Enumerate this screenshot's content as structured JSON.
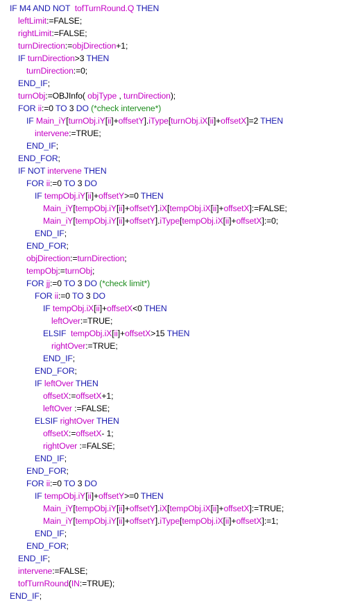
{
  "colors": {
    "keyword": "#1a1ab0",
    "variable": "#c400c4",
    "text": "#000000",
    "comment": "#1e8c1e",
    "background": "#ffffff"
  },
  "lines": [
    {
      "indent": 0,
      "tokens": [
        [
          "kw",
          "IF M4 AND NOT  "
        ],
        [
          "var",
          "tofTurnRound.Q"
        ],
        [
          "kw",
          " THEN"
        ]
      ]
    },
    {
      "indent": 1,
      "tokens": [
        [
          "var",
          "leftLimit"
        ],
        [
          "txt",
          ":=FALSE;"
        ]
      ]
    },
    {
      "indent": 1,
      "tokens": [
        [
          "var",
          "rightLimit"
        ],
        [
          "txt",
          ":=FALSE;"
        ]
      ]
    },
    {
      "indent": 1,
      "tokens": [
        [
          "var",
          "turnDirection"
        ],
        [
          "txt",
          ":="
        ],
        [
          "var",
          "objDirection"
        ],
        [
          "txt",
          "+1;"
        ]
      ]
    },
    {
      "indent": 1,
      "tokens": [
        [
          "kw",
          "IF "
        ],
        [
          "var",
          "turnDirection"
        ],
        [
          "txt",
          ">3 "
        ],
        [
          "kw",
          "THEN"
        ]
      ]
    },
    {
      "indent": 2,
      "tokens": [
        [
          "var",
          "turnDirection"
        ],
        [
          "txt",
          ":=0;"
        ]
      ]
    },
    {
      "indent": 1,
      "tokens": [
        [
          "kw",
          "END_IF"
        ],
        [
          "txt",
          ";"
        ]
      ]
    },
    {
      "indent": 1,
      "tokens": [
        [
          "var",
          "turnObj"
        ],
        [
          "txt",
          ":=OBJInfo( "
        ],
        [
          "var",
          "objType"
        ],
        [
          "txt",
          " , "
        ],
        [
          "var",
          "turnDirection"
        ],
        [
          "txt",
          ");"
        ]
      ]
    },
    {
      "indent": 1,
      "tokens": [
        [
          "kw",
          "FOR "
        ],
        [
          "var",
          "ii"
        ],
        [
          "txt",
          ":=0 "
        ],
        [
          "kw",
          "TO "
        ],
        [
          "txt",
          "3 "
        ],
        [
          "kw",
          "DO "
        ],
        [
          "cmt",
          "(*check intervene*)"
        ]
      ]
    },
    {
      "indent": 2,
      "tokens": [
        [
          "kw",
          "IF "
        ],
        [
          "var",
          "Main_iY"
        ],
        [
          "txt",
          "["
        ],
        [
          "var",
          "turnObj.iY"
        ],
        [
          "txt",
          "["
        ],
        [
          "var",
          "ii"
        ],
        [
          "txt",
          "]+"
        ],
        [
          "var",
          "offsetY"
        ],
        [
          "txt",
          "]."
        ],
        [
          "var",
          "iType"
        ],
        [
          "txt",
          "["
        ],
        [
          "var",
          "turnObj.iX"
        ],
        [
          "txt",
          "["
        ],
        [
          "var",
          "ii"
        ],
        [
          "txt",
          "]+"
        ],
        [
          "var",
          "offsetX"
        ],
        [
          "txt",
          "]=2 "
        ],
        [
          "kw",
          "THEN"
        ]
      ]
    },
    {
      "indent": 3,
      "tokens": [
        [
          "var",
          "intervene"
        ],
        [
          "txt",
          ":=TRUE;"
        ]
      ]
    },
    {
      "indent": 2,
      "tokens": [
        [
          "kw",
          "END_IF"
        ],
        [
          "txt",
          ";"
        ]
      ]
    },
    {
      "indent": 1,
      "tokens": [
        [
          "kw",
          "END_FOR"
        ],
        [
          "txt",
          ";"
        ]
      ]
    },
    {
      "indent": 1,
      "tokens": [
        [
          "kw",
          "IF NOT "
        ],
        [
          "var",
          "intervene"
        ],
        [
          "kw",
          " THEN"
        ]
      ]
    },
    {
      "indent": 2,
      "tokens": [
        [
          "kw",
          "FOR "
        ],
        [
          "var",
          "ii"
        ],
        [
          "txt",
          ":=0 "
        ],
        [
          "kw",
          "TO "
        ],
        [
          "txt",
          "3 "
        ],
        [
          "kw",
          "DO"
        ]
      ]
    },
    {
      "indent": 3,
      "tokens": [
        [
          "kw",
          "IF "
        ],
        [
          "var",
          "tempObj.iY"
        ],
        [
          "txt",
          "["
        ],
        [
          "var",
          "ii"
        ],
        [
          "txt",
          "]+"
        ],
        [
          "var",
          "offsetY"
        ],
        [
          "txt",
          ">=0 "
        ],
        [
          "kw",
          "THEN"
        ]
      ]
    },
    {
      "indent": 4,
      "tokens": [
        [
          "var",
          "Main_iY"
        ],
        [
          "txt",
          "["
        ],
        [
          "var",
          "tempObj.iY"
        ],
        [
          "txt",
          "["
        ],
        [
          "var",
          "ii"
        ],
        [
          "txt",
          "]+"
        ],
        [
          "var",
          "offsetY"
        ],
        [
          "txt",
          "]."
        ],
        [
          "var",
          "iX"
        ],
        [
          "txt",
          "["
        ],
        [
          "var",
          "tempObj.iX"
        ],
        [
          "txt",
          "["
        ],
        [
          "var",
          "ii"
        ],
        [
          "txt",
          "]+"
        ],
        [
          "var",
          "offsetX"
        ],
        [
          "txt",
          "]:=FALSE;"
        ]
      ]
    },
    {
      "indent": 4,
      "tokens": [
        [
          "var",
          "Main_iY"
        ],
        [
          "txt",
          "["
        ],
        [
          "var",
          "tempObj.iY"
        ],
        [
          "txt",
          "["
        ],
        [
          "var",
          "ii"
        ],
        [
          "txt",
          "]+"
        ],
        [
          "var",
          "offsetY"
        ],
        [
          "txt",
          "]."
        ],
        [
          "var",
          "iType"
        ],
        [
          "txt",
          "["
        ],
        [
          "var",
          "tempObj.iX"
        ],
        [
          "txt",
          "["
        ],
        [
          "var",
          "ii"
        ],
        [
          "txt",
          "]+"
        ],
        [
          "var",
          "offsetX"
        ],
        [
          "txt",
          "]:=0;"
        ]
      ]
    },
    {
      "indent": 3,
      "tokens": [
        [
          "kw",
          "END_IF"
        ],
        [
          "txt",
          ";"
        ]
      ]
    },
    {
      "indent": 2,
      "tokens": [
        [
          "kw",
          "END_FOR"
        ],
        [
          "txt",
          ";"
        ]
      ]
    },
    {
      "indent": 2,
      "tokens": [
        [
          "var",
          "objDirection"
        ],
        [
          "txt",
          ":="
        ],
        [
          "var",
          "turnDirection"
        ],
        [
          "txt",
          ";"
        ]
      ]
    },
    {
      "indent": 2,
      "tokens": [
        [
          "var",
          "tempObj"
        ],
        [
          "txt",
          ":="
        ],
        [
          "var",
          "turnObj"
        ],
        [
          "txt",
          ";"
        ]
      ]
    },
    {
      "indent": 2,
      "tokens": [
        [
          "kw",
          "FOR "
        ],
        [
          "var",
          "jj"
        ],
        [
          "txt",
          ":=0 "
        ],
        [
          "kw",
          "TO "
        ],
        [
          "txt",
          "3 "
        ],
        [
          "kw",
          "DO "
        ],
        [
          "cmt",
          "(*check limit*)"
        ]
      ]
    },
    {
      "indent": 3,
      "tokens": [
        [
          "kw",
          "FOR "
        ],
        [
          "var",
          "ii"
        ],
        [
          "txt",
          ":=0 "
        ],
        [
          "kw",
          "TO "
        ],
        [
          "txt",
          "3 "
        ],
        [
          "kw",
          "DO"
        ]
      ]
    },
    {
      "indent": 4,
      "tokens": [
        [
          "kw",
          "IF "
        ],
        [
          "var",
          "tempObj.iX"
        ],
        [
          "txt",
          "["
        ],
        [
          "var",
          "ii"
        ],
        [
          "txt",
          "]+"
        ],
        [
          "var",
          "offsetX"
        ],
        [
          "txt",
          "<0 "
        ],
        [
          "kw",
          "THEN"
        ]
      ]
    },
    {
      "indent": 5,
      "tokens": [
        [
          "var",
          "leftOver"
        ],
        [
          "txt",
          ":=TRUE;"
        ]
      ]
    },
    {
      "indent": 4,
      "tokens": [
        [
          "kw",
          "ELSIF  "
        ],
        [
          "var",
          "tempObj.iX"
        ],
        [
          "txt",
          "["
        ],
        [
          "var",
          "ii"
        ],
        [
          "txt",
          "]+"
        ],
        [
          "var",
          "offsetX"
        ],
        [
          "txt",
          ">15 "
        ],
        [
          "kw",
          "THEN"
        ]
      ]
    },
    {
      "indent": 5,
      "tokens": [
        [
          "var",
          "rightOver"
        ],
        [
          "txt",
          ":=TRUE;"
        ]
      ]
    },
    {
      "indent": 4,
      "tokens": [
        [
          "kw",
          "END_IF"
        ],
        [
          "txt",
          ";"
        ]
      ]
    },
    {
      "indent": 3,
      "tokens": [
        [
          "kw",
          "END_FOR"
        ],
        [
          "txt",
          ";"
        ]
      ]
    },
    {
      "indent": 3,
      "tokens": [
        [
          "kw",
          "IF "
        ],
        [
          "var",
          "leftOver"
        ],
        [
          "kw",
          " THEN"
        ]
      ]
    },
    {
      "indent": 4,
      "tokens": [
        [
          "var",
          "offsetX"
        ],
        [
          "txt",
          ":="
        ],
        [
          "var",
          "offsetX"
        ],
        [
          "txt",
          "+1;"
        ]
      ]
    },
    {
      "indent": 4,
      "tokens": [
        [
          "var",
          "leftOver"
        ],
        [
          "txt",
          " :=FALSE;"
        ]
      ]
    },
    {
      "indent": 3,
      "tokens": [
        [
          "kw",
          "ELSIF "
        ],
        [
          "var",
          "rightOver"
        ],
        [
          "kw",
          " THEN"
        ]
      ]
    },
    {
      "indent": 4,
      "tokens": [
        [
          "var",
          "offsetX"
        ],
        [
          "txt",
          ":="
        ],
        [
          "var",
          "offsetX"
        ],
        [
          "txt",
          "- 1;"
        ]
      ]
    },
    {
      "indent": 4,
      "tokens": [
        [
          "var",
          "rightOver"
        ],
        [
          "txt",
          " :=FALSE;"
        ]
      ]
    },
    {
      "indent": 3,
      "tokens": [
        [
          "kw",
          "END_IF"
        ],
        [
          "txt",
          ";"
        ]
      ]
    },
    {
      "indent": 2,
      "tokens": [
        [
          "kw",
          "END_FOR"
        ],
        [
          "txt",
          ";"
        ]
      ]
    },
    {
      "indent": 2,
      "tokens": [
        [
          "kw",
          "FOR "
        ],
        [
          "var",
          "ii"
        ],
        [
          "txt",
          ":=0 "
        ],
        [
          "kw",
          "TO "
        ],
        [
          "txt",
          "3 "
        ],
        [
          "kw",
          "DO"
        ]
      ]
    },
    {
      "indent": 3,
      "tokens": [
        [
          "kw",
          "IF "
        ],
        [
          "var",
          "tempObj.iY"
        ],
        [
          "txt",
          "["
        ],
        [
          "var",
          "ii"
        ],
        [
          "txt",
          "]+"
        ],
        [
          "var",
          "offsetY"
        ],
        [
          "txt",
          ">=0 "
        ],
        [
          "kw",
          "THEN"
        ]
      ]
    },
    {
      "indent": 4,
      "tokens": [
        [
          "var",
          "Main_iY"
        ],
        [
          "txt",
          "["
        ],
        [
          "var",
          "tempObj.iY"
        ],
        [
          "txt",
          "["
        ],
        [
          "var",
          "ii"
        ],
        [
          "txt",
          "]+"
        ],
        [
          "var",
          "offsetY"
        ],
        [
          "txt",
          "]."
        ],
        [
          "var",
          "iX"
        ],
        [
          "txt",
          "["
        ],
        [
          "var",
          "tempObj.iX"
        ],
        [
          "txt",
          "["
        ],
        [
          "var",
          "ii"
        ],
        [
          "txt",
          "]+"
        ],
        [
          "var",
          "offsetX"
        ],
        [
          "txt",
          "]:=TRUE;"
        ]
      ]
    },
    {
      "indent": 4,
      "tokens": [
        [
          "var",
          "Main_iY"
        ],
        [
          "txt",
          "["
        ],
        [
          "var",
          "tempObj.iY"
        ],
        [
          "txt",
          "["
        ],
        [
          "var",
          "ii"
        ],
        [
          "txt",
          "]+"
        ],
        [
          "var",
          "offsetY"
        ],
        [
          "txt",
          "]."
        ],
        [
          "var",
          "iType"
        ],
        [
          "txt",
          "["
        ],
        [
          "var",
          "tempObj.iX"
        ],
        [
          "txt",
          "["
        ],
        [
          "var",
          "ii"
        ],
        [
          "txt",
          "]+"
        ],
        [
          "var",
          "offsetX"
        ],
        [
          "txt",
          "]:=1;"
        ]
      ]
    },
    {
      "indent": 3,
      "tokens": [
        [
          "kw",
          "END_IF"
        ],
        [
          "txt",
          ";"
        ]
      ]
    },
    {
      "indent": 2,
      "tokens": [
        [
          "kw",
          "END_FOR"
        ],
        [
          "txt",
          ";"
        ]
      ]
    },
    {
      "indent": 1,
      "tokens": [
        [
          "kw",
          "END_IF"
        ],
        [
          "txt",
          ";"
        ]
      ]
    },
    {
      "indent": 1,
      "tokens": [
        [
          "var",
          "intervene"
        ],
        [
          "txt",
          ":=FALSE;"
        ]
      ]
    },
    {
      "indent": 1,
      "tokens": [
        [
          "var",
          "tofTurnRound"
        ],
        [
          "txt",
          "("
        ],
        [
          "var",
          "IN"
        ],
        [
          "txt",
          ":=TRUE);"
        ]
      ]
    },
    {
      "indent": 0,
      "tokens": [
        [
          "kw",
          "END_IF"
        ],
        [
          "txt",
          ";"
        ]
      ]
    }
  ]
}
